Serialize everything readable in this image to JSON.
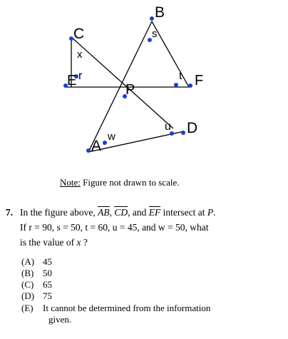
{
  "figure": {
    "points": [
      "A",
      "B",
      "C",
      "D",
      "E",
      "F",
      "P"
    ],
    "angle_labels": [
      "r",
      "s",
      "t",
      "u",
      "w",
      "x"
    ]
  },
  "note": {
    "prefix": "Note:",
    "text": "Figure not drawn to scale."
  },
  "question": {
    "number": "7.",
    "line1": {
      "t1": "In the figure above, ",
      "seg_ab": "AB",
      "comma1": ", ",
      "seg_cd": "CD",
      "t2": ", and ",
      "seg_ef": "EF",
      "t3": " intersect at ",
      "p": "P",
      "t4": "."
    },
    "line2": "If r = 90, s = 50, t = 60, u = 45, and w = 50, what",
    "line3": {
      "t1": "is the value of ",
      "x": "x",
      "t2": " ?"
    }
  },
  "choices": [
    {
      "letter": "(A)",
      "text": "45"
    },
    {
      "letter": "(B)",
      "text": "50"
    },
    {
      "letter": "(C)",
      "text": "65"
    },
    {
      "letter": "(D)",
      "text": "75"
    },
    {
      "letter": "(E)",
      "text": "It cannot be determined from the information",
      "continuation": "given."
    }
  ],
  "colors": {
    "marker": "#1a3fd6",
    "line": "#000000"
  }
}
